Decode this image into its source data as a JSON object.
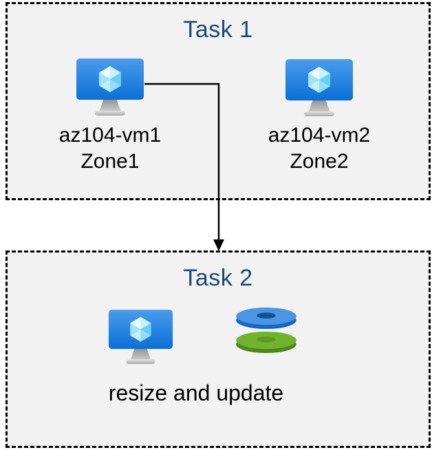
{
  "task1": {
    "title": "Task 1",
    "vms": [
      {
        "name": "az104-vm1",
        "zone": "Zone1",
        "icon": "virtual-machine-icon"
      },
      {
        "name": "az104-vm2",
        "zone": "Zone2",
        "icon": "virtual-machine-icon"
      }
    ]
  },
  "task2": {
    "title": "Task 2",
    "caption": "resize and update",
    "icons": [
      "virtual-machine-icon",
      "disks-icon"
    ]
  },
  "connector": {
    "type": "elbow-arrow",
    "from": "az104-vm1",
    "to": "Task 2"
  },
  "colors": {
    "title_text": "#1a4b73",
    "body_text": "#000000",
    "box_fill": "#f2f2f2",
    "box_border": "#000000",
    "monitor_blue_top": "#4a9cec",
    "monitor_blue_bottom": "#0a6fd6",
    "cube_cyan": "#9fe3f9",
    "disk_blue_top": "#4d94e2",
    "disk_blue_side": "#1266cc",
    "disk_blue_hole": "#0b5394",
    "disk_green_top": "#72b32c",
    "disk_green_side": "#4e871c",
    "disk_green_hole": "#5d9a22",
    "arrow": "#000000"
  }
}
